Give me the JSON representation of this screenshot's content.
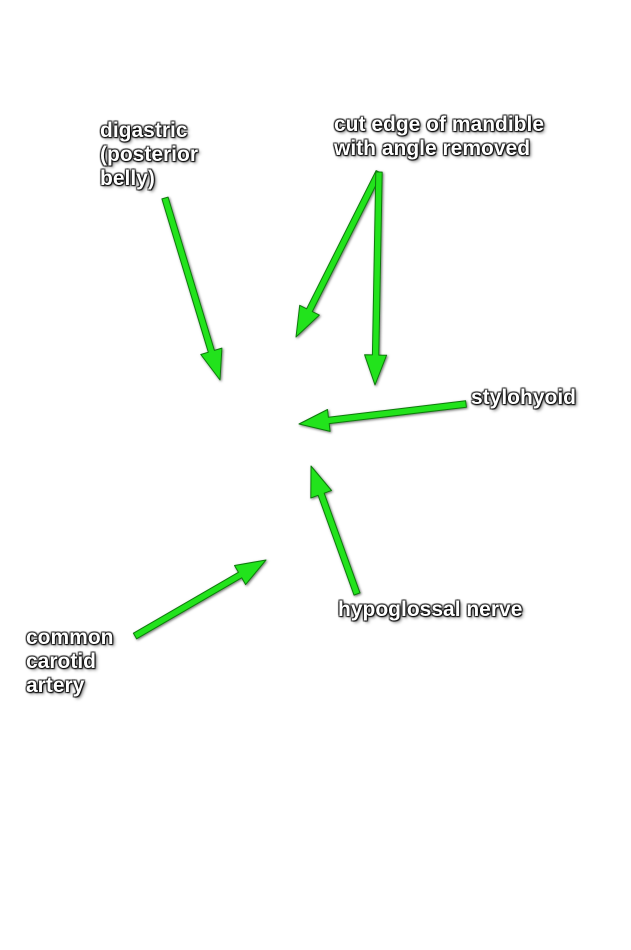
{
  "colors": {
    "arrow": "#22e31a",
    "arrow_stroke": "#0e7a0a",
    "label_text": "#ffffff",
    "background": "#ffffff"
  },
  "labels": {
    "digastric": {
      "lines": [
        "digastric",
        "(posterior",
        "belly)"
      ]
    },
    "mandible": {
      "lines": [
        "cut edge of mandible",
        "with angle removed"
      ]
    },
    "stylohyoid": {
      "lines": [
        "stylohyoid"
      ]
    },
    "hypoglossal": {
      "lines": [
        "hypoglossal nerve"
      ]
    },
    "carotid": {
      "lines": [
        "common",
        "carotid",
        "artery"
      ]
    }
  }
}
